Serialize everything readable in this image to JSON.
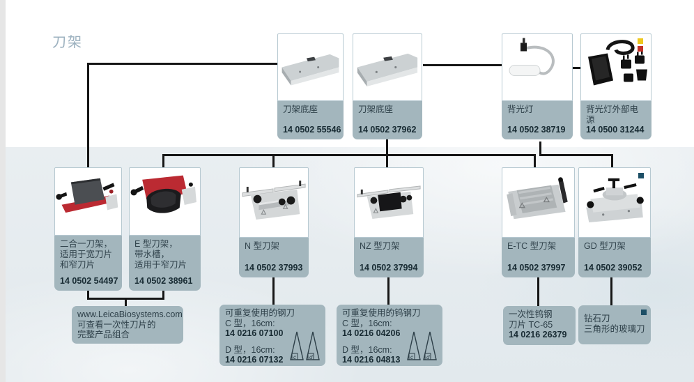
{
  "page": {
    "title": "刀架"
  },
  "products": [
    {
      "name": "刀架底座",
      "number": "14 0502 55546"
    },
    {
      "name": "刀架底座",
      "number": "14 0502 37962"
    },
    {
      "name": "背光灯",
      "number": "14 0502 38719"
    },
    {
      "name": "背光灯外部电源",
      "number": "14 0500 31244"
    },
    {
      "lines": [
        "二合一刀架，",
        "适用于宽刀片",
        "和窄刀片"
      ],
      "number": "14 0502 54497"
    },
    {
      "lines": [
        "E 型刀架，",
        "带水槽，",
        "适用于窄刀片"
      ],
      "number": "14 0502 38961"
    },
    {
      "name": "N 型刀架",
      "number": "14 0502 37993"
    },
    {
      "name": "NZ 型刀架",
      "number": "14 0502 37994"
    },
    {
      "name": "E-TC 型刀架",
      "number": "14 0502 37997"
    },
    {
      "name": "GD 型刀架",
      "number": "14 0502 39052"
    }
  ],
  "notes": {
    "website": {
      "line1": "www.LeicaBiosystems.com",
      "line2": "可查看一次性刀片的",
      "line3": "完整产品组合"
    },
    "steel": {
      "title": "可重复使用的钢刀",
      "c_label": "C 型，16cm:",
      "c_number": "14 0216 07100",
      "d_label": "D 型，16cm:",
      "d_number": "14 0216 07132"
    },
    "tungsten": {
      "title": "可重复使用的钨钢刀",
      "c_label": "C 型，16cm:",
      "c_number": "14 0216 04206",
      "d_label": "D 型，16cm:",
      "d_number": "14 0216 04813"
    },
    "disposable": {
      "line1": "一次性钨钢",
      "line2": "刀片 TC-65",
      "number": "14 0216 26379"
    },
    "diamond": {
      "line1": "钻石刀",
      "line2": "三角形的玻璃刀"
    }
  },
  "icons": {
    "knife_c": "c",
    "knife_d": "d"
  },
  "colors": {
    "label_bg": "#a3b6bd",
    "connector": "#161616",
    "title": "#9cb1bf",
    "number_text": "#182b33",
    "name_text": "#31434c",
    "accent_yellow": "#eec81e",
    "accent_red": "#c23229",
    "accent_teal": "#1d4f66",
    "product_red": "#bb2a32"
  }
}
